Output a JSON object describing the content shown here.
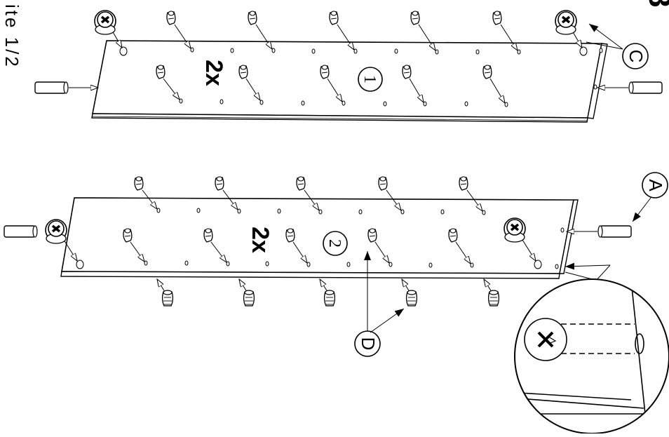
{
  "side_label": "ite  1/2",
  "step_number": "8",
  "panels": [
    {
      "number": "1",
      "quantity": "2x"
    },
    {
      "number": "2",
      "quantity": "2x"
    }
  ],
  "callouts": {
    "a": "A",
    "c": "C",
    "d": "D"
  },
  "hardware": {
    "cam_lock": "cam-lock",
    "wooden_dowel": "wooden-dowel",
    "cam_bolt": "cam-bolt",
    "shelf_pin": "shelf-pin"
  }
}
